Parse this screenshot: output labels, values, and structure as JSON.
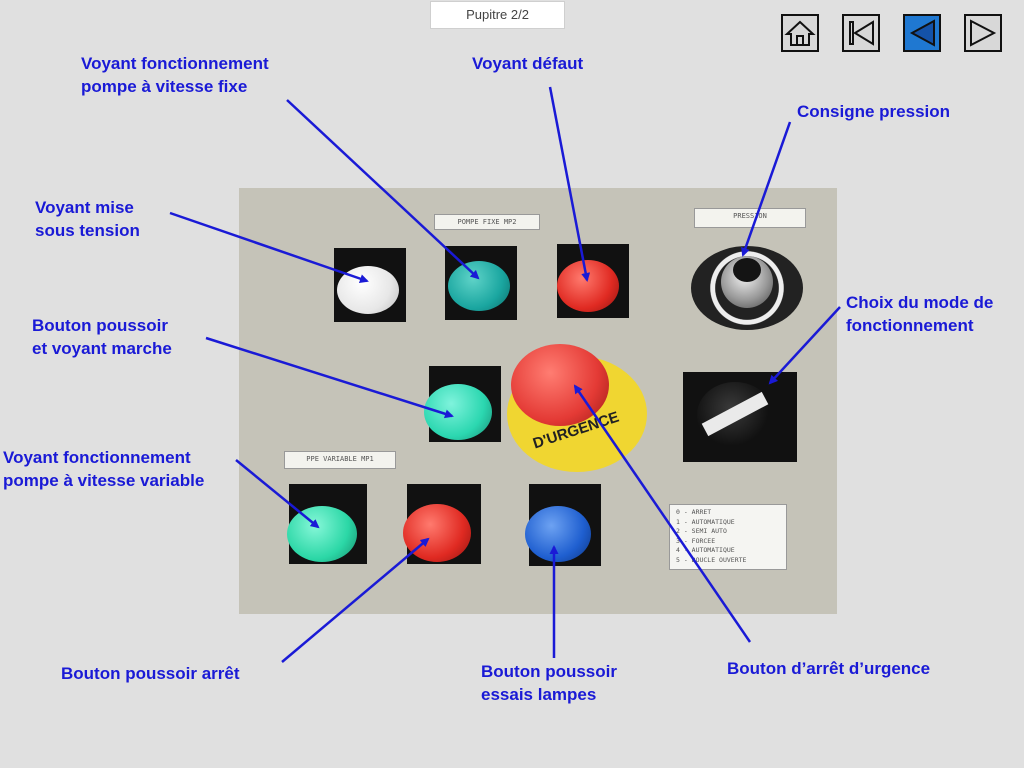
{
  "page": {
    "title": "Pupitre 2/2"
  },
  "nav": {
    "home": {
      "icon": "home-icon"
    },
    "first": {
      "icon": "skip-first-icon"
    },
    "previous": {
      "icon": "previous-icon"
    },
    "next": {
      "icon": "next-icon"
    }
  },
  "labels": {
    "voyant_pompe_fixe_1": "Voyant fonctionnement",
    "voyant_pompe_fixe_2": "pompe à vitesse fixe",
    "voyant_defaut": "Voyant défaut",
    "consigne_pression": "Consigne pression",
    "voyant_mise_sous_tension_1": "Voyant mise",
    "voyant_mise_sous_tension_2": "sous tension",
    "choix_mode_1": "Choix du mode de",
    "choix_mode_2": "fonctionnement",
    "bouton_marche_1": "Bouton poussoir",
    "bouton_marche_2": "et voyant marche",
    "voyant_pompe_variable_1": "Voyant fonctionnement",
    "voyant_pompe_variable_2": "pompe à vitesse variable",
    "bouton_arret": "Bouton poussoir arrêt",
    "bouton_essais_1": "Bouton poussoir",
    "bouton_essais_2": "essais lampes",
    "bouton_urgence": "Bouton d’arrêt d’urgence"
  },
  "panel": {
    "placard_pompe_fixe": "POMPE FIXE MP2",
    "placard_pression": "PRESSION",
    "placard_variable": "PPE VARIABLE MP1",
    "urgence_text": "D'URGENCE",
    "mode_list": [
      "0 - ARRET",
      "1 - AUTOMATIQUE",
      "2 - SEMI AUTO",
      "3 - FORCEE",
      "4 - AUTOMATIQUE",
      "5 - BOUCLE OUVERTE"
    ]
  },
  "colors": {
    "label": "#1a1ad6",
    "lamp_white": "#f4f4f4",
    "lamp_teal": "#1aa6a0",
    "lamp_green": "#2bd7a6",
    "lamp_red": "#e02a22",
    "lamp_blue": "#1f5fd0",
    "emergency_red": "#e43a35",
    "emergency_yellow": "#f0d631"
  }
}
